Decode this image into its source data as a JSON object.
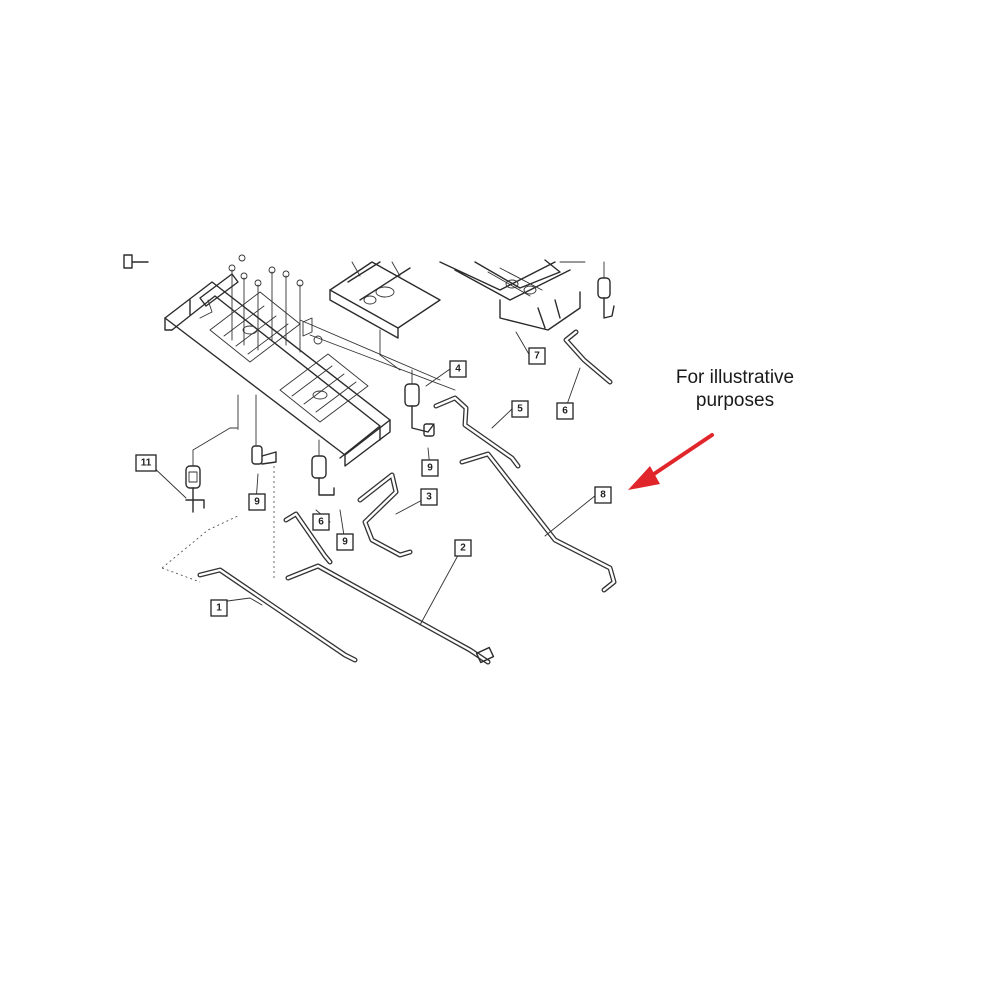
{
  "caption": {
    "line1": "For illustrative",
    "line2": "purposes"
  },
  "arrow_color": "#e0262b",
  "callouts": [
    "1",
    "2",
    "3",
    "4",
    "5",
    "6",
    "6",
    "7",
    "8",
    "9",
    "9",
    "9",
    "11"
  ]
}
